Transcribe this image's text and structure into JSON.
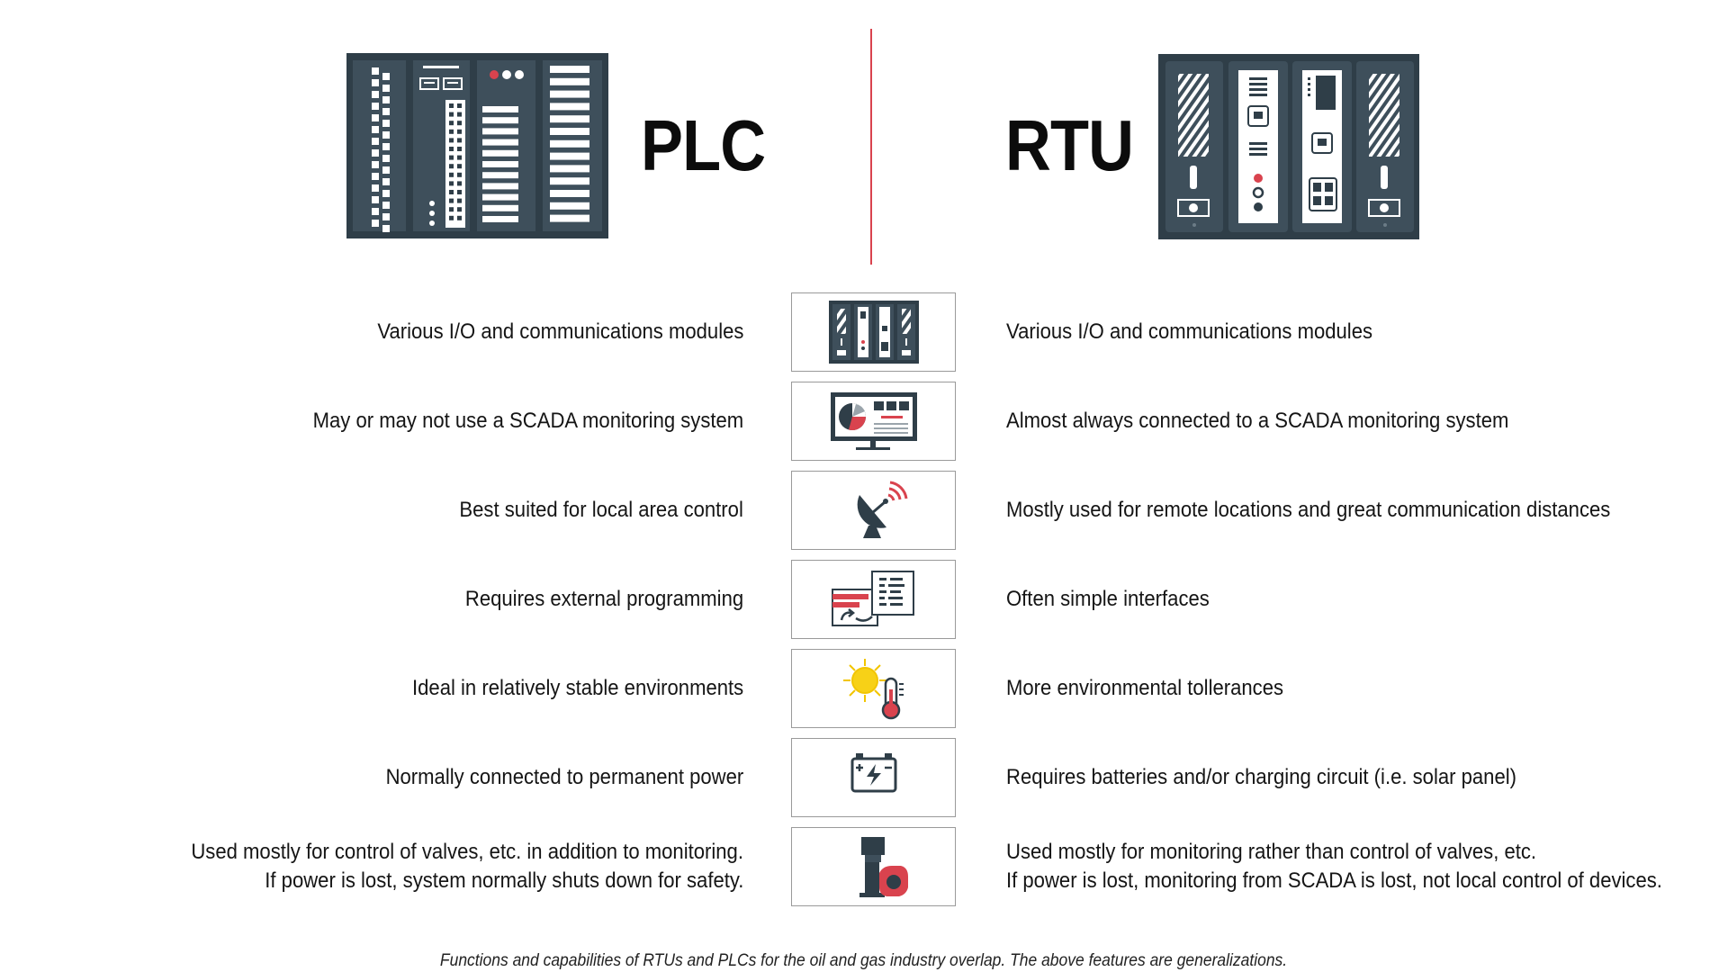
{
  "titles": {
    "left": "PLC",
    "right": "RTU"
  },
  "colors": {
    "dark_panel": "#2f3e48",
    "accent_red": "#d9434e",
    "divider": "#d9434e",
    "box_border": "#9a9a9a"
  },
  "rows": [
    {
      "icon": "io-modules-icon",
      "left": [
        "Various I/O and communications modules"
      ],
      "right": [
        "Various I/O and communications modules"
      ]
    },
    {
      "icon": "scada-monitor-icon",
      "left": [
        "May or may not use a SCADA monitoring system"
      ],
      "right": [
        "Almost always connected to a SCADA monitoring system"
      ]
    },
    {
      "icon": "satellite-dish-icon",
      "left": [
        "Best suited for local area control"
      ],
      "right": [
        "Mostly used for remote locations and great communication distances"
      ]
    },
    {
      "icon": "programming-documents-icon",
      "left": [
        "Requires external programming"
      ],
      "right": [
        "Often simple interfaces"
      ]
    },
    {
      "icon": "sun-thermometer-icon",
      "left": [
        "Ideal in relatively stable environments"
      ],
      "right": [
        "More environmental tollerances"
      ]
    },
    {
      "icon": "battery-icon",
      "left": [
        "Normally connected to permanent power"
      ],
      "right": [
        "Requires batteries and/or charging circuit (i.e. solar panel)"
      ]
    },
    {
      "icon": "valve-actuator-icon",
      "left": [
        "Used mostly for control of valves, etc. in addition to monitoring.",
        "If power is lost, system normally shuts down for safety."
      ],
      "right": [
        "Used mostly for monitoring rather than control of valves, etc.",
        "If power is lost, monitoring from SCADA is lost, not local control of devices."
      ]
    }
  ],
  "caption": "Functions and capabilities of RTUs and PLCs for the oil and gas industry overlap. The above features are generalizations."
}
